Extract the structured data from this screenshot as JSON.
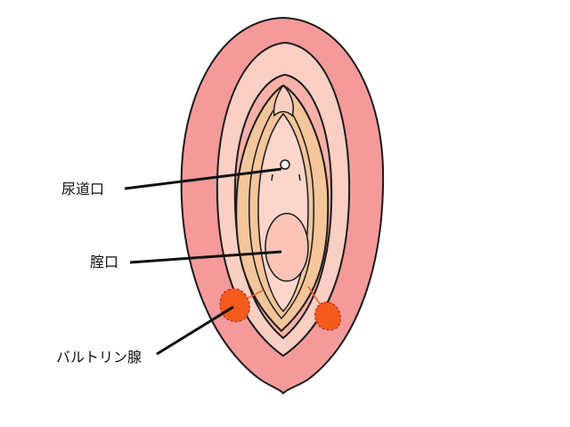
{
  "labels": {
    "urethral_opening": "尿道口",
    "vaginal_opening": "腟口",
    "bartholin_gland": "バルトリン腺"
  },
  "colors": {
    "outer": "#f59a9a",
    "mid_band": "#fbcfc3",
    "inner_band": "#f8b0a8",
    "labia_minora": "#f5c59b",
    "vestibule": "#fdd6cb",
    "opening": "#fbc4b6",
    "gland": "#f45a1c",
    "outline": "#1a1a1a"
  }
}
